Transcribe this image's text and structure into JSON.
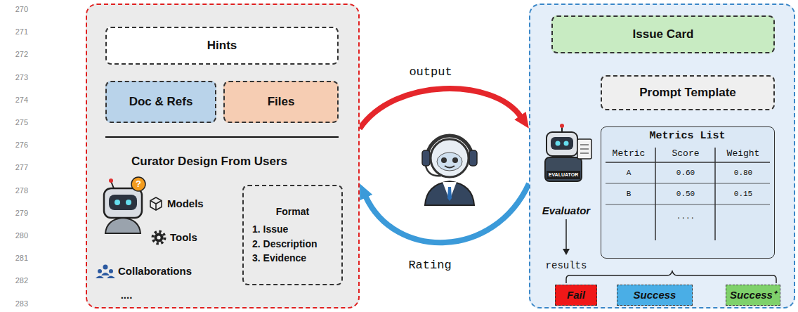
{
  "diagram": {
    "nodes": [
      {
        "text": [
          "Curator Design From Users",
          "Models",
          "Tools",
          "Collaborations",
          "...."
        ]
      },
      {
        "text": [
          "Hints"
        ],
        "in": 0
      },
      {
        "text": [
          "Doc & Refs"
        ],
        "in": 0
      },
      {
        "text": [
          "Files"
        ],
        "in": 0
      },
      {
        "text": [
          "Format",
          "1. Issue",
          "2. Description",
          "3. Evidence"
        ],
        "in": 0
      },
      {
        "text": [
          "Evaluator",
          "results"
        ]
      },
      {
        "text": [
          "Issue Card"
        ],
        "in": 5
      },
      {
        "text": [
          "Prompt Template"
        ],
        "in": 5
      },
      {
        "text": [
          "Metrics List"
        ],
        "in": 5
      },
      {
        "text": [
          "Fail"
        ],
        "in": 5
      },
      {
        "text": [
          "Success"
        ],
        "in": 5
      },
      {
        "text": [
          "Success⁺"
        ],
        "in": 5
      }
    ],
    "edges": [
      {
        "from": 0,
        "to": 5,
        "label": "output",
        "arrow": "to"
      },
      {
        "from": 5,
        "to": 0,
        "label": "Rating",
        "arrow": "to"
      }
    ],
    "labels": [
      "270",
      "271",
      "272",
      "273",
      "274",
      "275",
      "276",
      "277",
      "278",
      "279",
      "280",
      "281",
      "282",
      "283",
      "?",
      "EVALUATOR",
      "Metric",
      "Score",
      "Weight",
      "A",
      "0.60",
      "0.80",
      "B",
      "0.50",
      "0.15",
      "...."
    ]
  }
}
